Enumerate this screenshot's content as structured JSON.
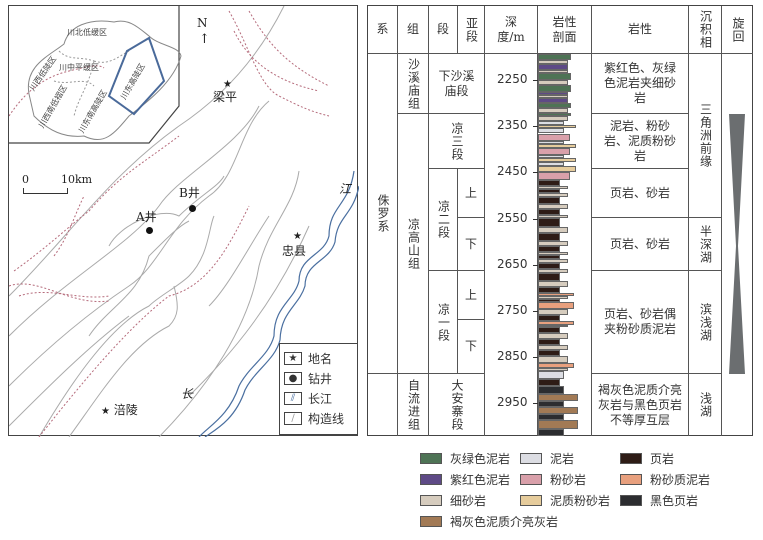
{
  "map": {
    "north": "N",
    "scale": {
      "zero": "0",
      "ten": "10km"
    },
    "places": {
      "liangping": "梁平",
      "zhongxian": "忠县",
      "fuling": "涪陵"
    },
    "wells": {
      "a": "A井",
      "b": "B井"
    },
    "river": {
      "chang": "长",
      "jiang": "江"
    },
    "inset": {
      "r1": "川北低缓区",
      "r2": "川西低陡区",
      "r3": "川中平缓区",
      "r4": "川西南低褶区",
      "r5": "川东南",
      "r5b": "高陡区",
      "r6": "川东",
      "r6b": "高陡区"
    },
    "legend": [
      {
        "icon": "star",
        "label": "地名"
      },
      {
        "icon": "dot",
        "label": "钻井"
      },
      {
        "icon": "river",
        "label": "长江"
      },
      {
        "icon": "line",
        "label": "构造线"
      }
    ]
  },
  "table": {
    "headers": {
      "xi": "系",
      "zu": "组",
      "duan": "段",
      "yaduan": "亚段",
      "depth": "深度/m",
      "section": "岩性剖面",
      "lith": "岩性",
      "facies": "沉积相",
      "cycle": "旋回"
    },
    "system": "侏罗系",
    "formations": [
      "沙溪庙组",
      "凉高山组",
      "自流进组"
    ],
    "members": [
      "下沙溪庙段",
      "凉三段",
      "凉二段",
      "凉一段",
      "大安寨段"
    ],
    "submembers": [
      "上",
      "下",
      "上",
      "下"
    ],
    "depth_ticks": [
      2250,
      2350,
      2450,
      2550,
      2650,
      2750,
      2850,
      2950
    ],
    "lithology": [
      "紫红色、灰绿色泥岩夹细砂岩",
      "泥岩、粉砂岩、泥质粉砂岩",
      "页岩、砂岩",
      "页岩、砂岩",
      "页岩、砂岩偶夹粉砂质泥岩",
      "褐灰色泥质介亮灰岩与黑色页岩不等厚互层"
    ],
    "facies": [
      "三角洲前缘",
      "半深湖",
      "滨浅湖",
      "浅湖"
    ],
    "beds": [
      [
        "g",
        10
      ],
      [
        "s",
        6
      ],
      [
        "p",
        10
      ],
      [
        "s",
        6
      ],
      [
        "g",
        12
      ],
      [
        "s",
        8
      ],
      [
        "g",
        12
      ],
      [
        "p",
        4
      ],
      [
        "s",
        6
      ],
      [
        "p",
        8
      ],
      [
        "g",
        8
      ],
      [
        "s",
        8
      ],
      [
        "g",
        6
      ],
      [
        "s",
        8
      ],
      [
        "m",
        6
      ],
      [
        "t",
        5
      ],
      [
        "m",
        10
      ],
      [
        "k",
        12
      ],
      [
        "m",
        6
      ],
      [
        "t",
        6
      ],
      [
        "k",
        12
      ],
      [
        "m",
        5
      ],
      [
        "t",
        6
      ],
      [
        "m",
        8
      ],
      [
        "t",
        10
      ],
      [
        "k",
        12
      ],
      [
        "h",
        10
      ],
      [
        "s",
        5
      ],
      [
        "h",
        8
      ],
      [
        "s",
        6
      ],
      [
        "h",
        12
      ],
      [
        "s",
        8
      ],
      [
        "h",
        10
      ],
      [
        "s",
        6
      ],
      [
        "h",
        14
      ],
      [
        "s",
        10
      ],
      [
        "h",
        14
      ],
      [
        "s",
        8
      ],
      [
        "h",
        10
      ],
      [
        "s",
        6
      ],
      [
        "h",
        6
      ],
      [
        "s",
        6
      ],
      [
        "h",
        10
      ],
      [
        "s",
        8
      ],
      [
        "h",
        12
      ],
      [
        "s",
        10
      ],
      [
        "h",
        10
      ],
      [
        "o",
        6
      ],
      [
        "s",
        4
      ],
      [
        "h",
        6
      ],
      [
        "o",
        12
      ],
      [
        "s",
        10
      ],
      [
        "h",
        10
      ],
      [
        "o",
        6
      ],
      [
        "s",
        4
      ],
      [
        "h",
        10
      ],
      [
        "s",
        10
      ],
      [
        "h",
        10
      ],
      [
        "s",
        8
      ],
      [
        "h",
        10
      ],
      [
        "s",
        12
      ],
      [
        "o",
        8
      ],
      [
        "s",
        6
      ],
      [
        "m",
        12
      ],
      [
        "h",
        12
      ],
      [
        "b",
        14
      ],
      [
        "c",
        12
      ],
      [
        "b",
        10
      ],
      [
        "c",
        12
      ],
      [
        "b",
        10
      ],
      [
        "c",
        14
      ],
      [
        "b",
        12
      ]
    ]
  },
  "legend": [
    {
      "key": "g",
      "label": "灰绿色泥岩",
      "color": "#4e7355"
    },
    {
      "key": "m",
      "label": "泥岩",
      "color": "#dcdde3"
    },
    {
      "key": "h",
      "label": "页岩",
      "color": "#2e1c16"
    },
    {
      "key": "p",
      "label": "紫红色泥岩",
      "color": "#5e4a86"
    },
    {
      "key": "k",
      "label": "粉砂岩",
      "color": "#d9a0aa"
    },
    {
      "key": "o",
      "label": "粉砂质泥岩",
      "color": "#e8a07e"
    },
    {
      "key": "s",
      "label": "细砂岩",
      "color": "#d6ccbe"
    },
    {
      "key": "t",
      "label": "泥质粉砂岩",
      "color": "#e6cc9c"
    },
    {
      "key": "b",
      "label": "黑色页岩",
      "color": "#2c2d30"
    },
    {
      "key": "c",
      "label": "褐灰色泥质介亮灰岩",
      "color": "#a27a55"
    }
  ]
}
